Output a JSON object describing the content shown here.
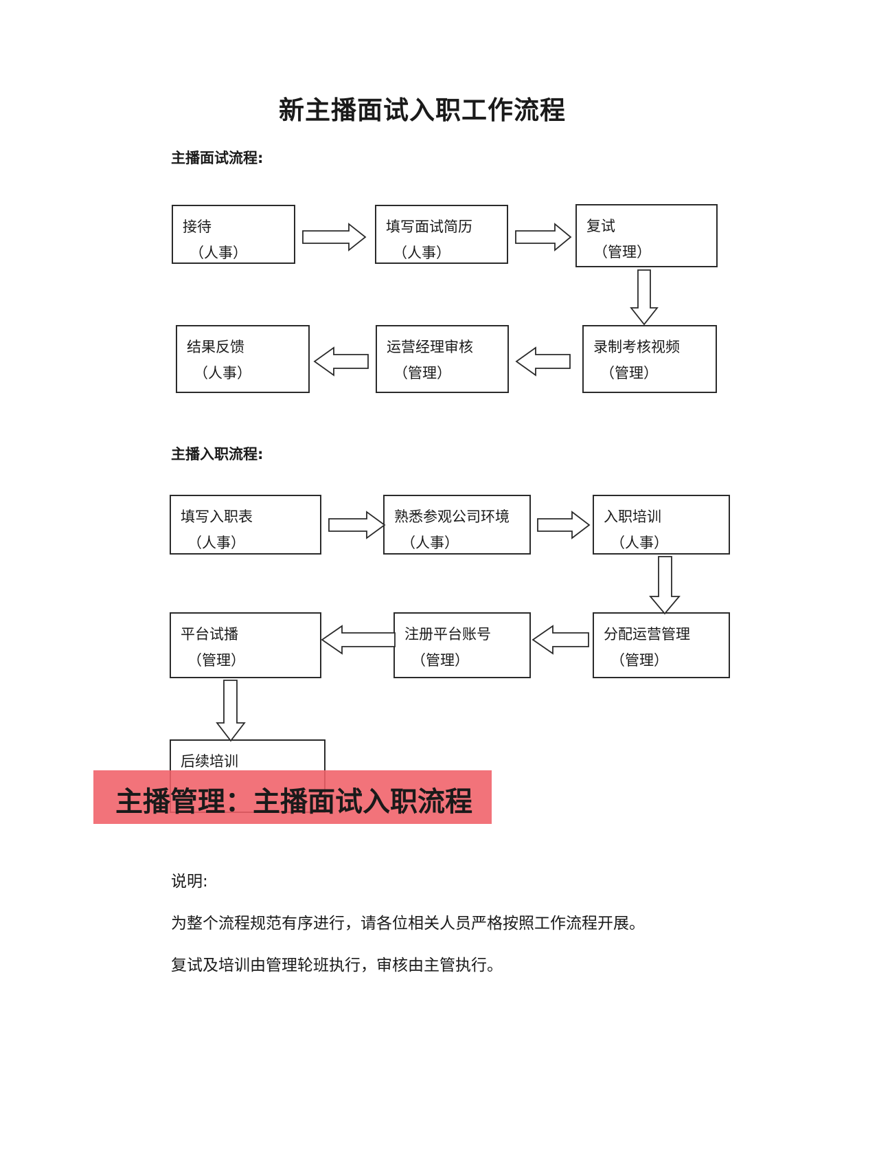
{
  "title": "新主播面试入职工作流程",
  "interview": {
    "heading": "主播面试流程:",
    "steps": [
      {
        "step": "接待",
        "role": "（人事）"
      },
      {
        "step": "填写面试简历",
        "role": "（人事）"
      },
      {
        "step": "复试",
        "role": "（管理）"
      },
      {
        "step": "录制考核视频",
        "role": "（管理）"
      },
      {
        "step": "运营经理审核",
        "role": "（管理）"
      },
      {
        "step": "结果反馈",
        "role": "（人事）"
      }
    ]
  },
  "onboarding": {
    "heading": "主播入职流程:",
    "steps": [
      {
        "step": "填写入职表",
        "role": "（人事）"
      },
      {
        "step": "熟悉参观公司环境",
        "role": "（人事）"
      },
      {
        "step": "入职培训",
        "role": "（人事）"
      },
      {
        "step": "分配运营管理",
        "role": "（管理）"
      },
      {
        "step": "注册平台账号",
        "role": "（管理）"
      },
      {
        "step": "平台试播",
        "role": "（管理）"
      },
      {
        "step": "后续培训",
        "role": ""
      }
    ]
  },
  "banner": {
    "text": "主播管理：主播面试入职流程",
    "color": "#F06068"
  },
  "notes": {
    "label": "说明:",
    "lines": [
      "为整个流程规范有序进行，请各位相关人员严格按照工作流程开展。",
      "复试及培训由管理轮班执行，审核由主管执行。"
    ]
  }
}
